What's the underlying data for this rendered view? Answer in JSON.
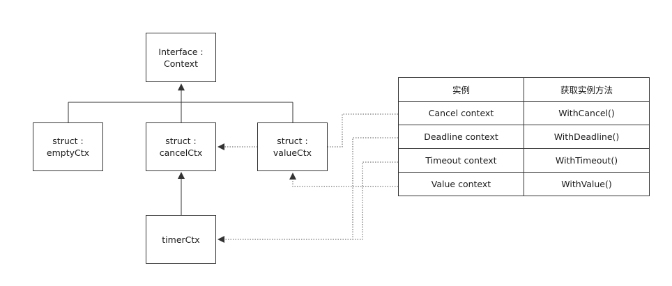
{
  "nodes": {
    "context": {
      "line1": "Interface :",
      "line2": "Context"
    },
    "emptyctx": {
      "line1": "struct :",
      "line2": "emptyCtx"
    },
    "cancelctx": {
      "line1": "struct :",
      "line2": "cancelCtx"
    },
    "valuectx": {
      "line1": "struct :",
      "line2": "valueCtx"
    },
    "timerctx": {
      "line1": "timerCtx"
    }
  },
  "table": {
    "headers": [
      "实例",
      "获取实例方法"
    ],
    "rows": [
      {
        "instance": "Cancel context",
        "method": "WithCancel()"
      },
      {
        "instance": "Deadline context",
        "method": "WithDeadline()"
      },
      {
        "instance": "Timeout context",
        "method": "WithTimeout()"
      },
      {
        "instance": "Value context",
        "method": "WithValue()"
      }
    ]
  },
  "colors": {
    "line": "#333333",
    "dotted": "#555555",
    "text": "#1a1a1a"
  }
}
